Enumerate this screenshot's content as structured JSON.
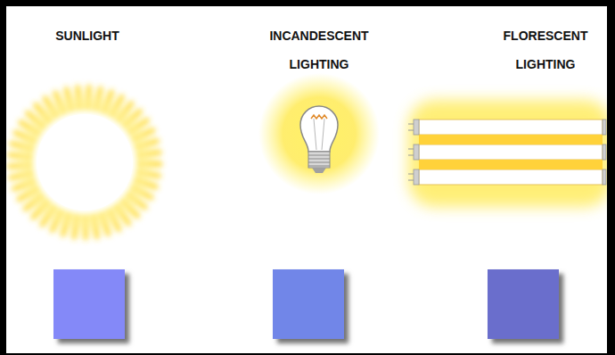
{
  "diagram": {
    "labels": [
      "SUNLIGHT",
      "INCANDESCENT LIGHTING",
      "FLORESCENT LIGHTING"
    ]
  }
}
